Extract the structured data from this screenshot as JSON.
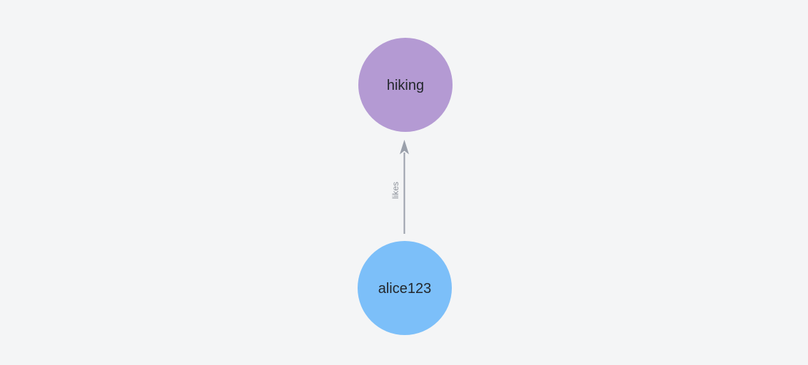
{
  "canvas": {
    "background": "#f4f5f6"
  },
  "graph": {
    "nodes": [
      {
        "id": "hiking",
        "label": "hiking",
        "color": "#b49ad3",
        "label_color": "#23272c"
      },
      {
        "id": "alice123",
        "label": "alice123",
        "color": "#7cbff9",
        "label_color": "#23272c"
      }
    ],
    "edges": [
      {
        "from": "alice123",
        "to": "hiking",
        "label": "likes",
        "color": "#9aa0ab",
        "label_color": "#8e939c"
      }
    ]
  }
}
